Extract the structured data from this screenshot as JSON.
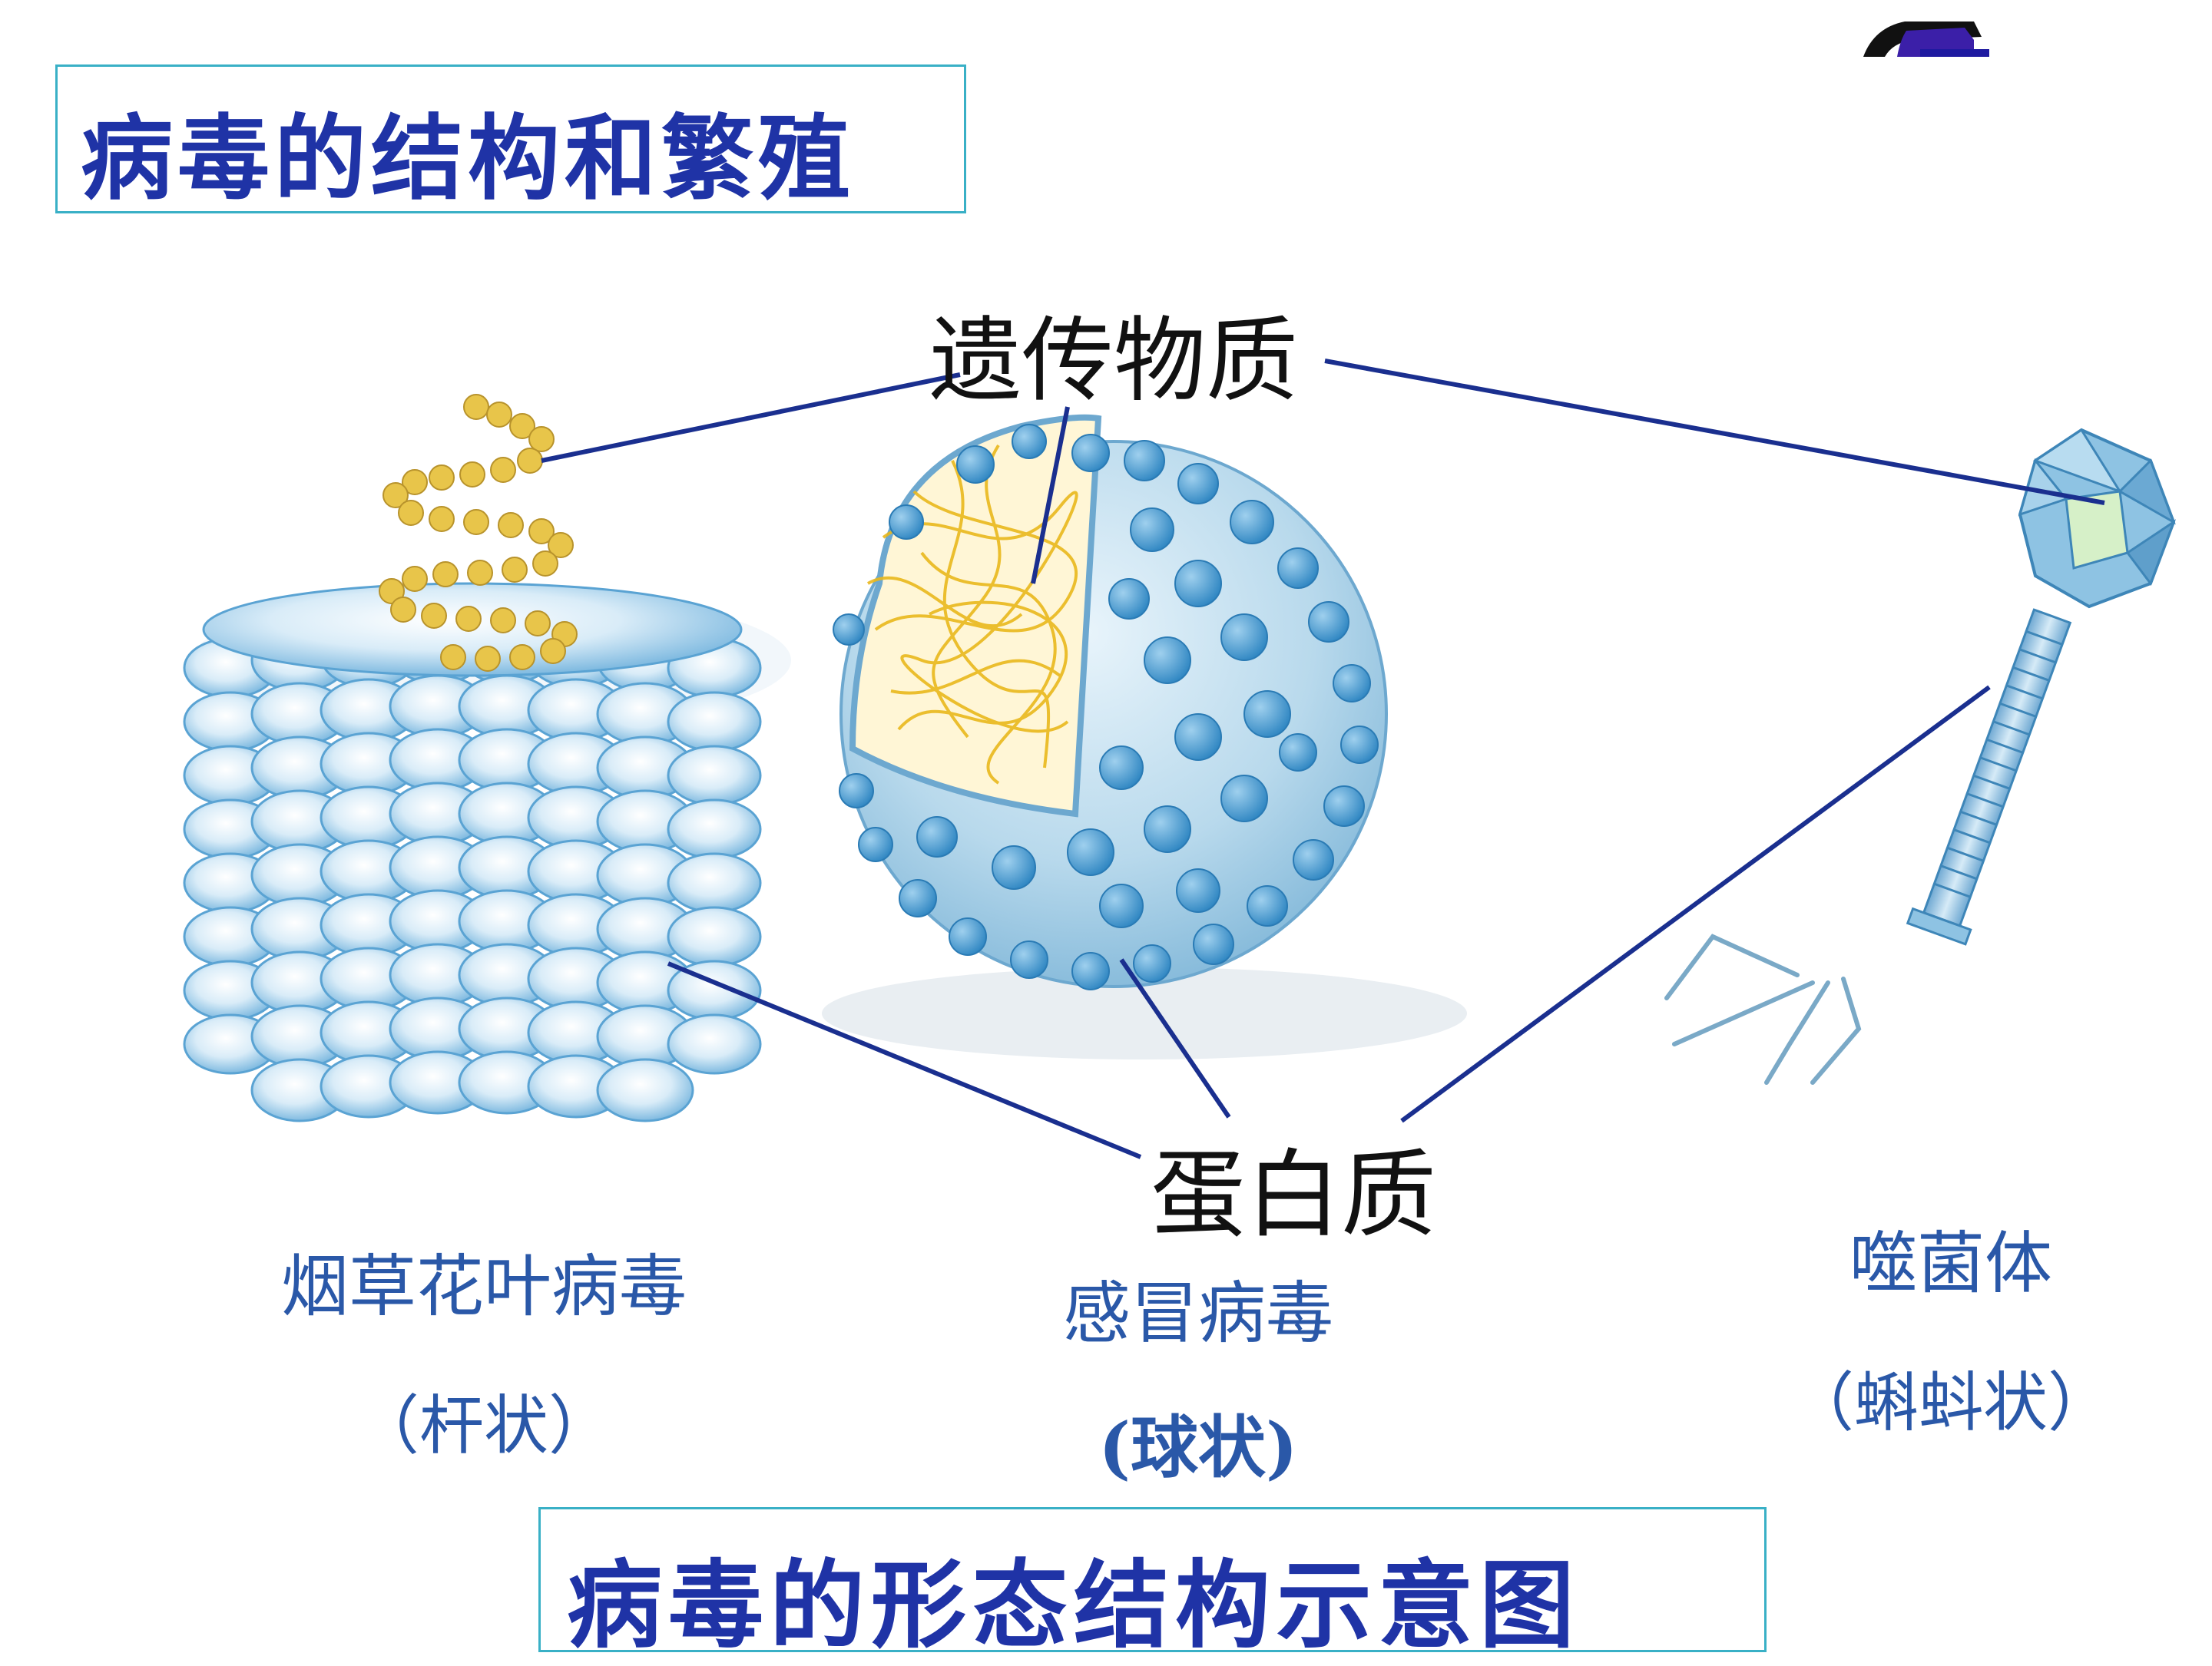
{
  "slide": {
    "title": "病毒的结构和繁殖",
    "caption": "病毒的形态结构示意图"
  },
  "callouts": {
    "genetic_material": "遗传物质",
    "protein": "蛋白质"
  },
  "viruses": [
    {
      "name": "烟草花叶病毒",
      "shape": "（杆状）"
    },
    {
      "name": "感冒病毒",
      "shape": "(球状)"
    },
    {
      "name": "噬菌体",
      "shape": "（蝌蚪状）"
    }
  ],
  "colors": {
    "title_text": "#1f33a6",
    "title_border": "#39b0c6",
    "leader_line": "#1a2f8f",
    "capsid_blue": "#5ea9d6",
    "rna_yellow": "#e8c54a",
    "label_blue": "#2a58a8"
  },
  "icons": {
    "corner_logo": "graduation-cap-icon"
  }
}
